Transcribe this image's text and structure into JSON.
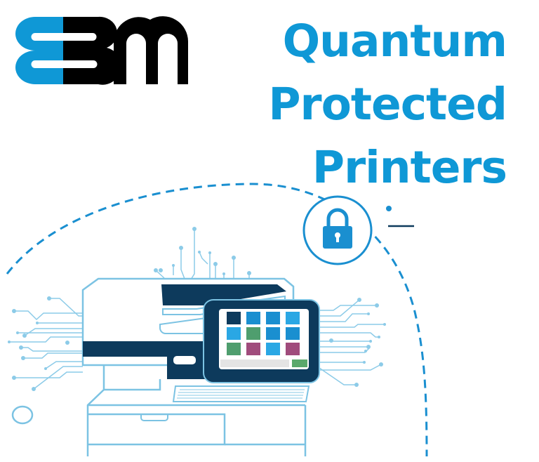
{
  "logo": {
    "text": "EBM",
    "colors": {
      "left": "#0f98d6",
      "right": "#000000"
    }
  },
  "headline": {
    "lines": [
      "Quantum",
      "Protected",
      "Printers"
    ],
    "color": "#0f98d6"
  },
  "illustration": {
    "subject": "multifunction-printer",
    "icons": [
      "padlock-icon",
      "touchscreen-panel",
      "circuit-lines"
    ],
    "colors": {
      "outline": "#7cc3e3",
      "dark": "#0d3a5c",
      "accent": "#1a8fd0"
    },
    "screen_tiles": [
      {
        "color": "#0d3a5c"
      },
      {
        "color": "#1a8fd0"
      },
      {
        "color": "#1a8fd0"
      },
      {
        "color": "#2aa7e4"
      },
      {
        "color": "#2aa7e4"
      },
      {
        "color": "#4f9e6e"
      },
      {
        "color": "#1a8fd0"
      },
      {
        "color": "#1a8fd0"
      },
      {
        "color": "#4f9e6e"
      },
      {
        "color": "#a04c7c"
      },
      {
        "color": "#2aa7e4"
      },
      {
        "color": "#a04c7c"
      }
    ]
  }
}
